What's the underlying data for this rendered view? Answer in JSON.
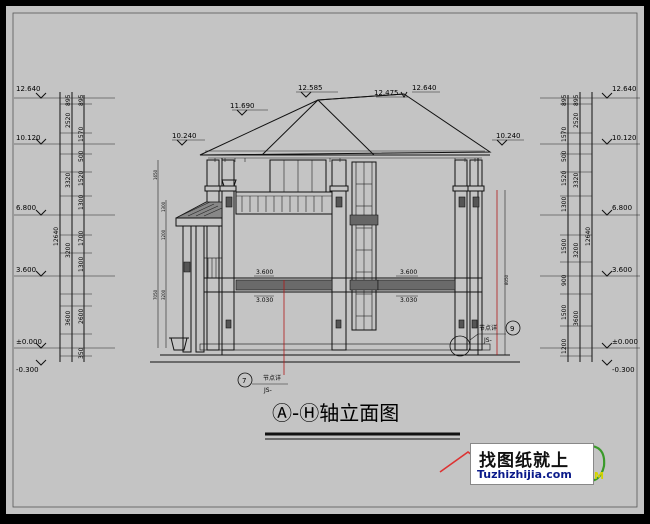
{
  "title": "Ⓐ-Ⓗ轴立面图",
  "left_levels": [
    "12.640",
    "10.120",
    "6.800",
    "3.600",
    "±0.000",
    "-0.300"
  ],
  "right_levels": [
    "12.640",
    "10.120",
    "6.800",
    "3.600",
    "±0.000",
    "-0.300"
  ],
  "left_dims": [
    "895",
    "2520",
    "1570",
    "500",
    "1520",
    "3320",
    "1300",
    "1700",
    "3200",
    "12640",
    "1300",
    "2600",
    "3600",
    "350"
  ],
  "right_dims": [
    "895",
    "2520",
    "1570",
    "500",
    "1520",
    "3320",
    "1300",
    "1500",
    "3200",
    "12640",
    "900",
    "1500",
    "3600",
    "1200"
  ],
  "roof_levels": [
    "12.585",
    "12.475",
    "12.640",
    "11.690",
    "10.240",
    "10.240"
  ],
  "floor_levels": [
    "3.600",
    "3.600"
  ],
  "sub_levels": [
    "3.030",
    "3.030"
  ],
  "detail_callout_right": {
    "label": "节点详",
    "ref": "JS-",
    "num": "9"
  },
  "detail_callout_left": {
    "label": "节点详",
    "ref": "JS-",
    "num": "7"
  },
  "watermark": {
    "cn": "找图纸就上",
    "url": "Tuzhizhijia.com",
    "mark": "M"
  }
}
